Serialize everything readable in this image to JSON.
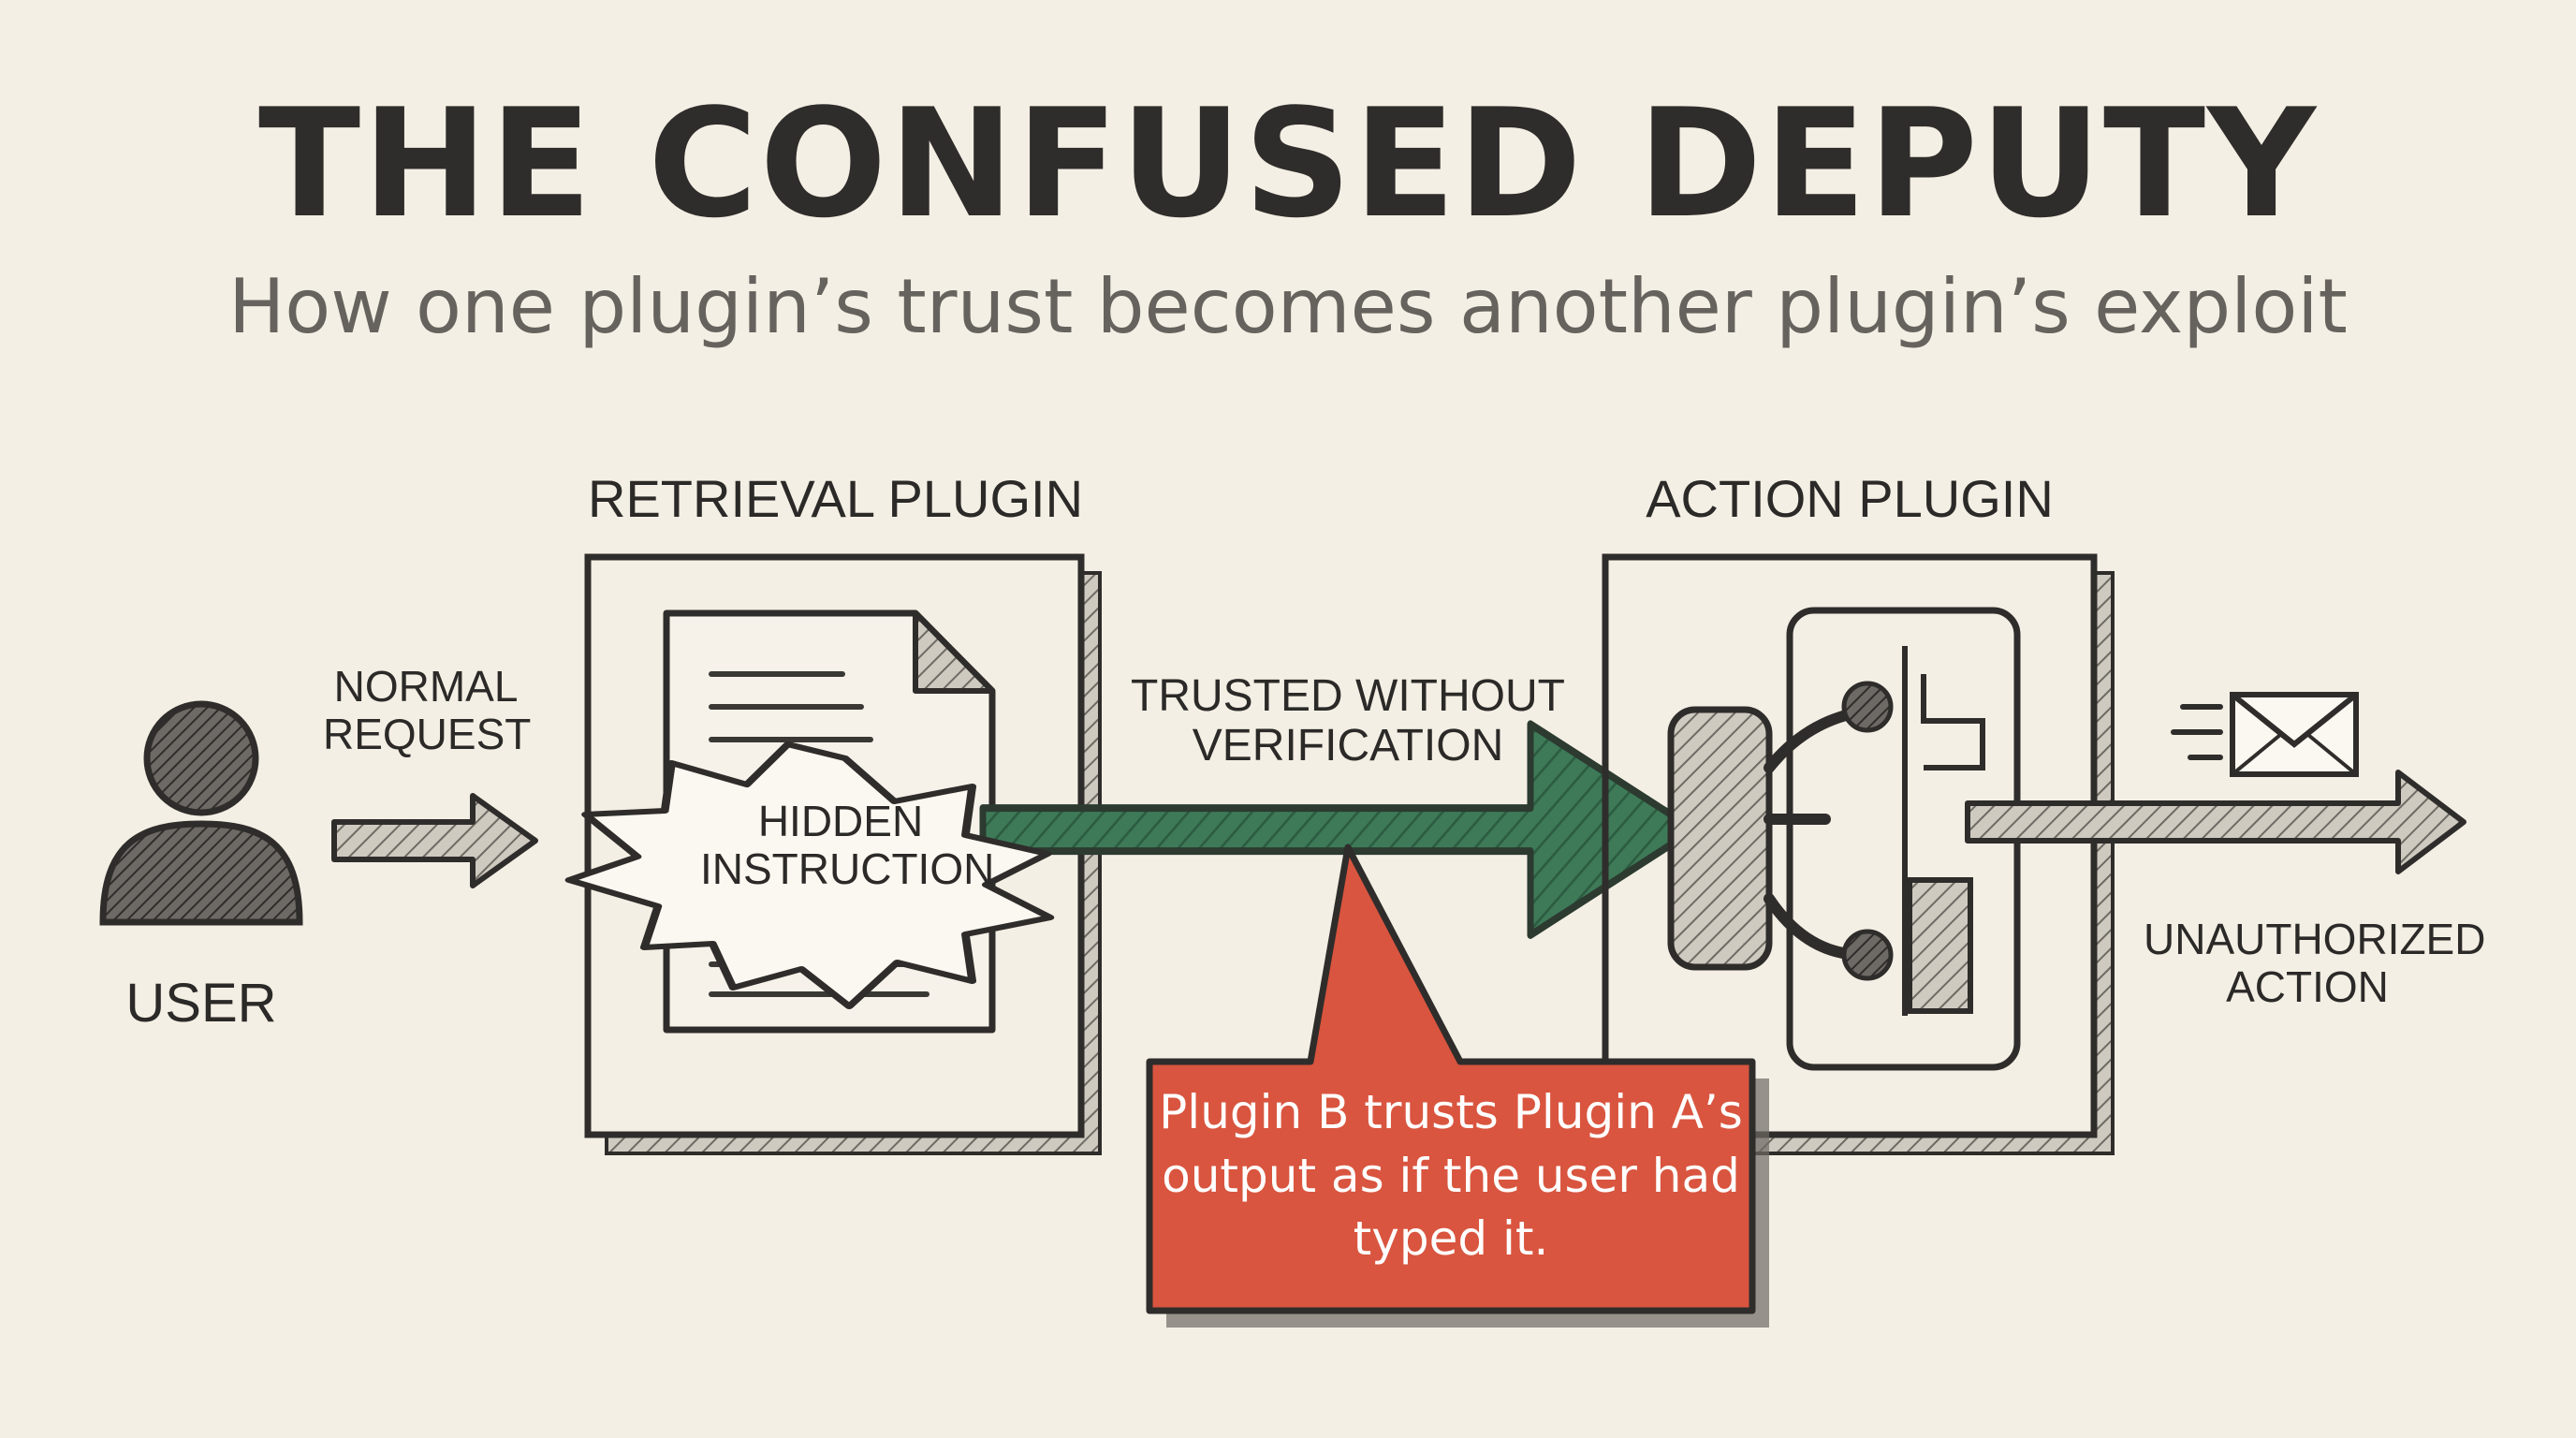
{
  "header": {
    "title": "THE CONFUSED DEPUTY",
    "subtitle": "How one plugin’s trust becomes another plugin’s exploit"
  },
  "nodes": {
    "user": "USER",
    "retrieval_plugin": "RETRIEVAL PLUGIN",
    "action_plugin": "ACTION PLUGIN",
    "hidden_instruction": "HIDDEN INSTRUCTION"
  },
  "edges": {
    "normal_request": "NORMAL REQUEST",
    "trusted_without_verification": "TRUSTED WITHOUT VERIFICATION",
    "unauthorized_action": "UNAUTHORIZED ACTION"
  },
  "callout": {
    "text": "Plugin B trusts Plugin A’s output as if the user had typed it."
  },
  "colors": {
    "background": "#f4efe4",
    "ink": "#2f2d2b",
    "trusted_arrow": "#3e7a58",
    "callout": "#d9553f",
    "subtitle": "#66625d"
  },
  "icons": {
    "user": "person-icon",
    "document": "document-icon",
    "burst": "starburst-icon",
    "circuit": "circuit-icon",
    "email": "envelope-icon"
  }
}
